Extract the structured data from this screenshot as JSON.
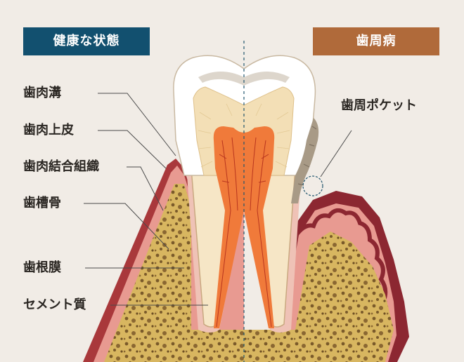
{
  "header": {
    "healthy_label": "健康な状態",
    "disease_label": "歯周病"
  },
  "labels": {
    "gingival_sulcus": "歯肉溝",
    "gingival_epithelium": "歯肉上皮",
    "gingival_connective_tissue": "歯肉結合組織",
    "alveolar_bone": "歯槽骨",
    "periodontal_ligament": "歯根膜",
    "cementum": "セメント質",
    "periodontal_pocket": "歯周ポケット"
  },
  "colors": {
    "background": "#f1ece6",
    "healthy_badge": "#12506f",
    "disease_badge": "#b06a3a",
    "gum": "#e89a91",
    "gum_dark_edge": "#a9383b",
    "inflamed_gum": "#8c2731",
    "bone": "#d8b660",
    "bone_pores": "#7a5a2a",
    "dentin": "#f3dfb6",
    "pulp": "#f07a3a",
    "pulp_vessels": "#b8351e",
    "enamel": "#ffffff",
    "tartar": "#a89a86",
    "ligament": "#efc2b6"
  }
}
